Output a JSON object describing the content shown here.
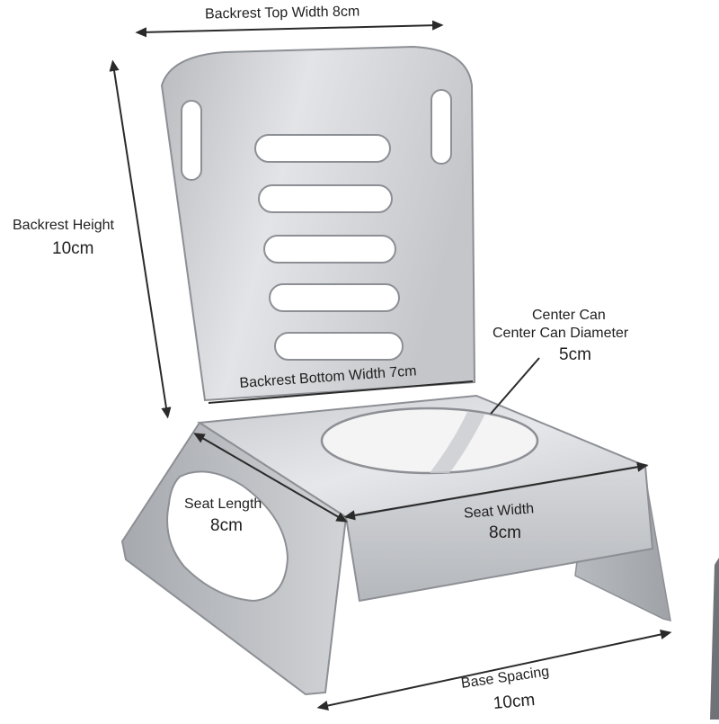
{
  "image": {
    "subject": "stainless-steel-chair-shaped-can-holder",
    "colors": {
      "background": "#ffffff",
      "steel_light": "#dcdde0",
      "steel_mid": "#bfc1c5",
      "steel_dark": "#9b9ea3",
      "edge": "#7e8186",
      "text": "#1f1f1f",
      "dimension_line": "#2a2a2a"
    }
  },
  "labels": {
    "backrest_top_width": "Backrest Top Width 8cm",
    "backrest_height_title": "Backrest Height",
    "backrest_height_value": "10cm",
    "center_can_line1": "Center Can",
    "center_can_line2": "Center Can Diameter",
    "center_can_value": "5cm",
    "backrest_bottom_width": "Backrest Bottom Width 7cm",
    "seat_length_title": "Seat Length",
    "seat_length_value": "8cm",
    "seat_width_title": "Seat Width",
    "seat_width_value": "8cm",
    "base_spacing_title": "Base Spacing",
    "base_spacing_value": "10cm"
  }
}
